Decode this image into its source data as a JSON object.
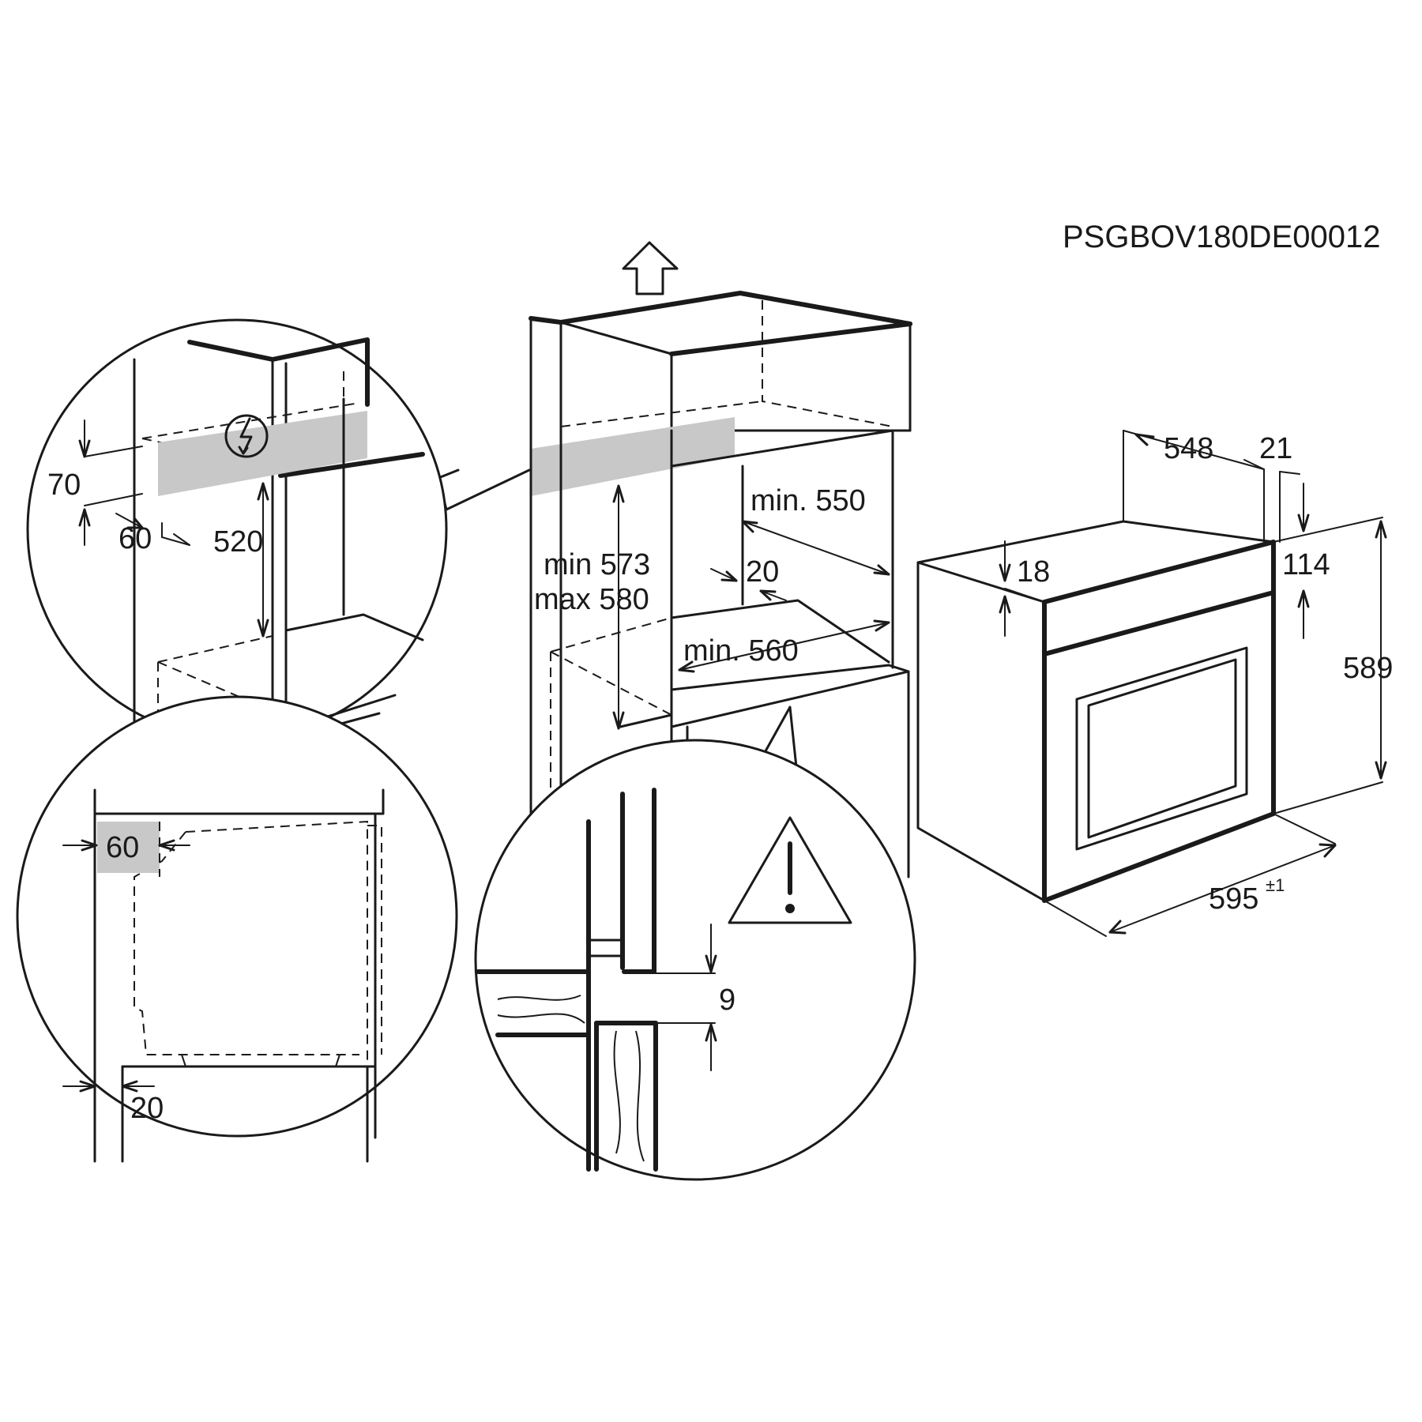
{
  "diagram": {
    "code": "PSGBOV180DE00012",
    "labels": {
      "d70": "70",
      "d60_top": "60",
      "d520": "520",
      "min573": "min 573",
      "max580": "max 580",
      "min550": "min. 550",
      "d20_mid": "20",
      "min560": "min. 560",
      "d548": "548",
      "d21": "21",
      "d18": "18",
      "d114": "114",
      "d589": "589",
      "d595": "595",
      "d595_tol": "±1",
      "d60_bottom": "60",
      "d20_bottom": "20",
      "d9": "9"
    },
    "icons": [
      "electric-hazard-icon",
      "warning-triangle-icon",
      "arrow-up-icon"
    ]
  }
}
